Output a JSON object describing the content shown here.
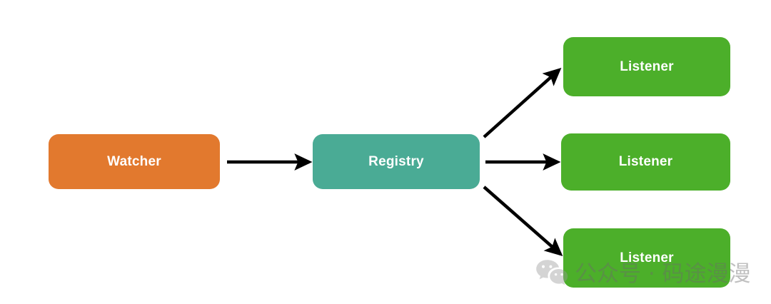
{
  "diagram": {
    "title": "Watcher Registry Listener flow diagram",
    "background_color": "#ffffff",
    "nodes": [
      {
        "id": "watcher",
        "label": "Watcher",
        "color": "#e2792e"
      },
      {
        "id": "registry",
        "label": "Registry",
        "color": "#4aab95"
      },
      {
        "id": "listener_1",
        "label": "Listener",
        "color": "#4caf2a"
      },
      {
        "id": "listener_2",
        "label": "Listener",
        "color": "#4caf2a"
      },
      {
        "id": "listener_3",
        "label": "Listener",
        "color": "#4caf2a"
      }
    ],
    "edges": [
      {
        "id": "watcher-to-registry",
        "from": "Watcher",
        "to": "Registry",
        "style": "solid-arrow",
        "color": "#000000"
      },
      {
        "id": "registry-to-listener-1",
        "from": "Registry",
        "to": "Listener",
        "style": "solid-arrow",
        "color": "#000000"
      },
      {
        "id": "registry-to-listener-2",
        "from": "Registry",
        "to": "Listener",
        "style": "solid-arrow",
        "color": "#000000"
      },
      {
        "id": "registry-to-listener-3",
        "from": "Registry",
        "to": "Listener",
        "style": "solid-arrow",
        "color": "#000000"
      }
    ]
  },
  "watermark": {
    "icon": "wechat-icon",
    "text": "公众号 · 码途漫漫",
    "color": "#6b6b6b"
  }
}
